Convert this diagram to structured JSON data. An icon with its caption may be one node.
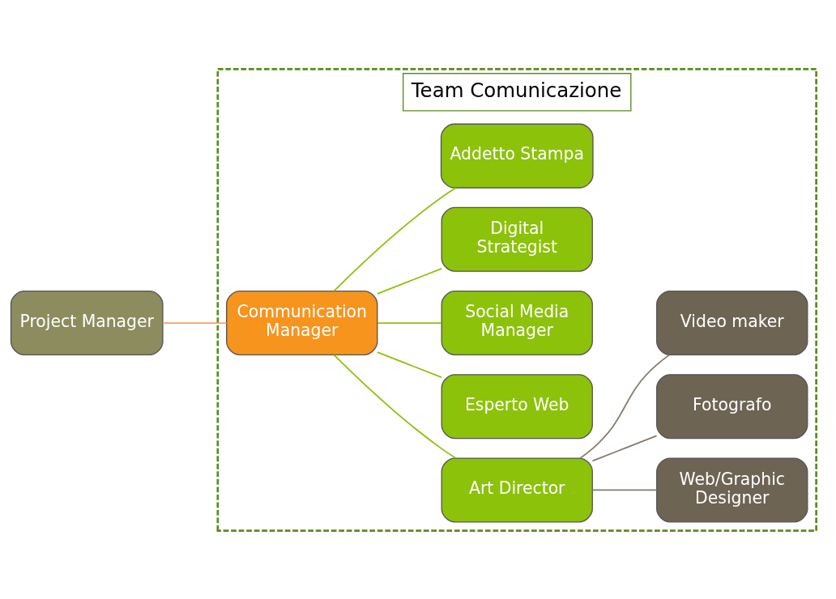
{
  "diagram": {
    "nodes": [
      {
        "text": [
          "Project Manager"
        ]
      },
      {
        "text": [
          "Team Comunicazione"
        ]
      },
      {
        "text": [
          "Communication Manager"
        ],
        "in": 1
      },
      {
        "text": [
          "Art Director"
        ],
        "in": 1
      },
      {
        "text": [
          "Esperto Web"
        ],
        "in": 1
      },
      {
        "text": [
          "Social Media Manager"
        ],
        "in": 1
      },
      {
        "text": [
          "Digital Strategist"
        ],
        "in": 1
      },
      {
        "text": [
          "Addetto Stampa"
        ],
        "in": 1
      },
      {
        "text": [
          "Web/Graphic Designer"
        ],
        "in": 1
      },
      {
        "text": [
          "Fotografo"
        ],
        "in": 1
      },
      {
        "text": [
          "Video maker"
        ],
        "in": 1
      }
    ],
    "edges": [
      {
        "from": 0,
        "to": 2,
        "arrow": "none",
        "color": "#f4a460"
      },
      {
        "from": 2,
        "to": 3,
        "arrow": "none"
      },
      {
        "from": 2,
        "to": 4,
        "arrow": "none"
      },
      {
        "from": 2,
        "to": 5,
        "arrow": "none"
      },
      {
        "from": 2,
        "to": 6,
        "arrow": "none"
      },
      {
        "from": 2,
        "to": 7,
        "arrow": "none"
      },
      {
        "from": 3,
        "to": 8,
        "arrow": "none",
        "color": "#857a6a"
      },
      {
        "from": 3,
        "to": 9,
        "arrow": "none",
        "color": "#857a6a"
      },
      {
        "from": 3,
        "to": 10,
        "arrow": "none",
        "color": "#857a6a"
      }
    ]
  }
}
